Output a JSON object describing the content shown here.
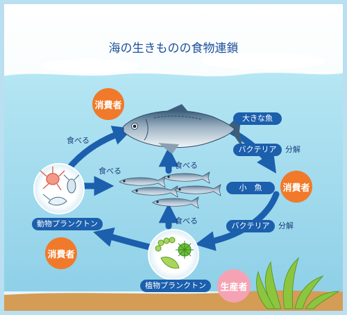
{
  "title": "海の生きものの食物連鎖",
  "colors": {
    "arrow": "#1b5fad",
    "consumer": "#f07a2a",
    "producer": "#f5a3b4",
    "label_pill": "#1b5fad",
    "water": "#9fd9ec",
    "sand": "#d49c55"
  },
  "nodes": {
    "large_fish": {
      "name": "大きな魚",
      "role": "消費者"
    },
    "small_fish": {
      "name": "小　魚",
      "role": "消費者"
    },
    "zooplankton": {
      "name": "動物プランクトン",
      "role": "消費者"
    },
    "phytoplankton": {
      "name": "植物プランクトン",
      "role": "生産者"
    }
  },
  "edges": {
    "eat_zoo_to_large": "食べる",
    "eat_zoo_to_small": "食べる",
    "eat_small_to_large": "食べる",
    "eat_phyto_to_small": "食べる",
    "bacteria_upper": "バクテリア",
    "decompose_upper": "分解",
    "bacteria_lower": "バクテリア",
    "decompose_lower": "分解"
  },
  "icons": {
    "large_fish": "mackerel-icon",
    "small_fish": "sardine-school-icon",
    "zooplankton": "zooplankton-icon",
    "phytoplankton": "phytoplankton-icon",
    "seaweed": "seaweed-icon"
  }
}
